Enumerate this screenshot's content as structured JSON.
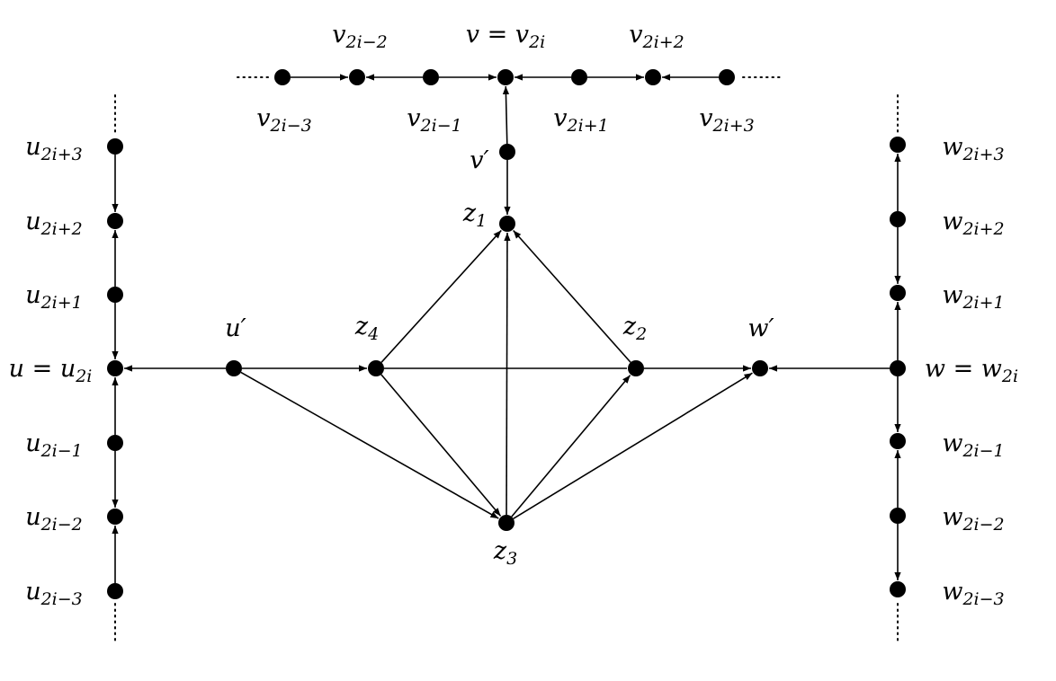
{
  "diagram": {
    "nodes": [
      {
        "id": "v2i-3",
        "base": "v",
        "sub": "2i−3",
        "prefix": ""
      },
      {
        "id": "v2i-2",
        "base": "v",
        "sub": "2i−2",
        "prefix": ""
      },
      {
        "id": "v2i-1",
        "base": "v",
        "sub": "2i−1",
        "prefix": ""
      },
      {
        "id": "v2i",
        "base": "v",
        "sub": "2i",
        "prefix": "v = "
      },
      {
        "id": "v2i+1",
        "base": "v",
        "sub": "2i+1",
        "prefix": ""
      },
      {
        "id": "v2i+2",
        "base": "v",
        "sub": "2i+2",
        "prefix": ""
      },
      {
        "id": "v2i+3",
        "base": "v",
        "sub": "2i+3",
        "prefix": ""
      },
      {
        "id": "vp",
        "base": "v′",
        "sub": "",
        "prefix": ""
      },
      {
        "id": "z1",
        "base": "z",
        "sub": "1",
        "prefix": ""
      },
      {
        "id": "z2",
        "base": "z",
        "sub": "2",
        "prefix": ""
      },
      {
        "id": "z3",
        "base": "z",
        "sub": "3",
        "prefix": ""
      },
      {
        "id": "z4",
        "base": "z",
        "sub": "4",
        "prefix": ""
      },
      {
        "id": "up",
        "base": "u′",
        "sub": "",
        "prefix": ""
      },
      {
        "id": "wp",
        "base": "w′",
        "sub": "",
        "prefix": ""
      },
      {
        "id": "u2i+3",
        "base": "u",
        "sub": "2i+3",
        "prefix": ""
      },
      {
        "id": "u2i+2",
        "base": "u",
        "sub": "2i+2",
        "prefix": ""
      },
      {
        "id": "u2i+1",
        "base": "u",
        "sub": "2i+1",
        "prefix": ""
      },
      {
        "id": "u2i",
        "base": "u",
        "sub": "2i",
        "prefix": "u = "
      },
      {
        "id": "u2i-1",
        "base": "u",
        "sub": "2i−1",
        "prefix": ""
      },
      {
        "id": "u2i-2",
        "base": "u",
        "sub": "2i−2",
        "prefix": ""
      },
      {
        "id": "u2i-3",
        "base": "u",
        "sub": "2i−3",
        "prefix": ""
      },
      {
        "id": "w2i+3",
        "base": "w",
        "sub": "2i+3",
        "prefix": ""
      },
      {
        "id": "w2i+2",
        "base": "w",
        "sub": "2i+2",
        "prefix": ""
      },
      {
        "id": "w2i+1",
        "base": "w",
        "sub": "2i+1",
        "prefix": ""
      },
      {
        "id": "w2i",
        "base": "w",
        "sub": "2i",
        "prefix": "w = "
      },
      {
        "id": "w2i-1",
        "base": "w",
        "sub": "2i−1",
        "prefix": ""
      },
      {
        "id": "w2i-2",
        "base": "w",
        "sub": "2i−2",
        "prefix": ""
      },
      {
        "id": "w2i-3",
        "base": "w",
        "sub": "2i−3",
        "prefix": ""
      }
    ],
    "edges": [
      {
        "from": "v2i-3",
        "to": "v2i-2"
      },
      {
        "from": "v2i-1",
        "to": "v2i-2"
      },
      {
        "from": "v2i-1",
        "to": "v2i"
      },
      {
        "from": "v2i+1",
        "to": "v2i"
      },
      {
        "from": "v2i+1",
        "to": "v2i+2"
      },
      {
        "from": "v2i+3",
        "to": "v2i+2"
      },
      {
        "from": "vp",
        "to": "v2i"
      },
      {
        "from": "vp",
        "to": "z1"
      },
      {
        "from": "z4",
        "to": "z1"
      },
      {
        "from": "z2",
        "to": "z1"
      },
      {
        "from": "z3",
        "to": "z1"
      },
      {
        "from": "z4",
        "to": "z3"
      },
      {
        "from": "z3",
        "to": "z2"
      },
      {
        "from": "z3",
        "to": "wp"
      },
      {
        "from": "up",
        "to": "z3"
      },
      {
        "from": "up",
        "to": "z4"
      },
      {
        "from": "up",
        "to": "u2i"
      },
      {
        "from": "z4",
        "to": "z2",
        "arrow": false
      },
      {
        "from": "z2",
        "to": "wp"
      },
      {
        "from": "w2i",
        "to": "wp"
      },
      {
        "from": "u2i+3",
        "to": "u2i+2"
      },
      {
        "from": "u2i+1",
        "to": "u2i+2"
      },
      {
        "from": "u2i+1",
        "to": "u2i"
      },
      {
        "from": "u2i-1",
        "to": "u2i"
      },
      {
        "from": "u2i-1",
        "to": "u2i-2"
      },
      {
        "from": "u2i-3",
        "to": "u2i-2"
      },
      {
        "from": "w2i+2",
        "to": "w2i+3"
      },
      {
        "from": "w2i+2",
        "to": "w2i+1"
      },
      {
        "from": "w2i",
        "to": "w2i+1"
      },
      {
        "from": "w2i",
        "to": "w2i-1"
      },
      {
        "from": "w2i-2",
        "to": "w2i-1"
      },
      {
        "from": "w2i-2",
        "to": "w2i-3"
      }
    ]
  }
}
